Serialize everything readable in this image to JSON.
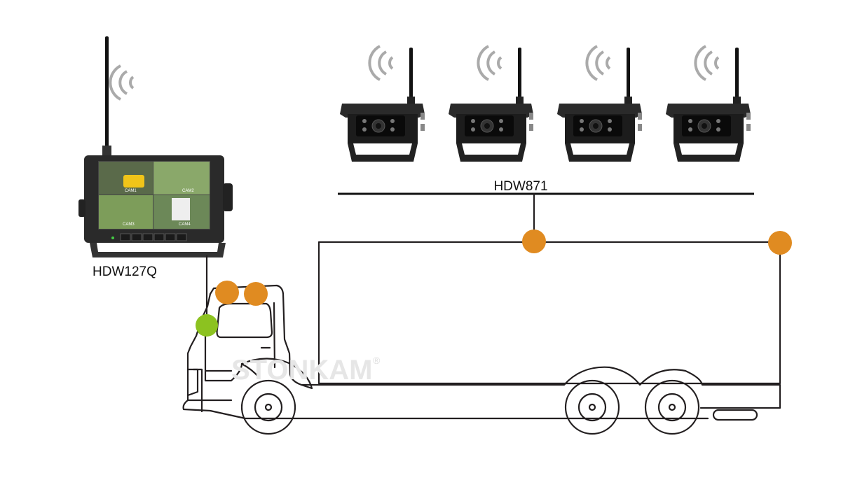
{
  "monitor": {
    "model": "HDW127Q",
    "screen_labels": [
      "CAM1",
      "CAM2",
      "CAM3",
      "CAM4"
    ]
  },
  "cameras": {
    "model": "HDW871",
    "count": 4
  },
  "watermark": {
    "text": "STONKAM",
    "mark": "®"
  },
  "colors": {
    "camera_dot": "#e08b21",
    "monitor_dot": "#8cc220",
    "line": "#231f20"
  }
}
